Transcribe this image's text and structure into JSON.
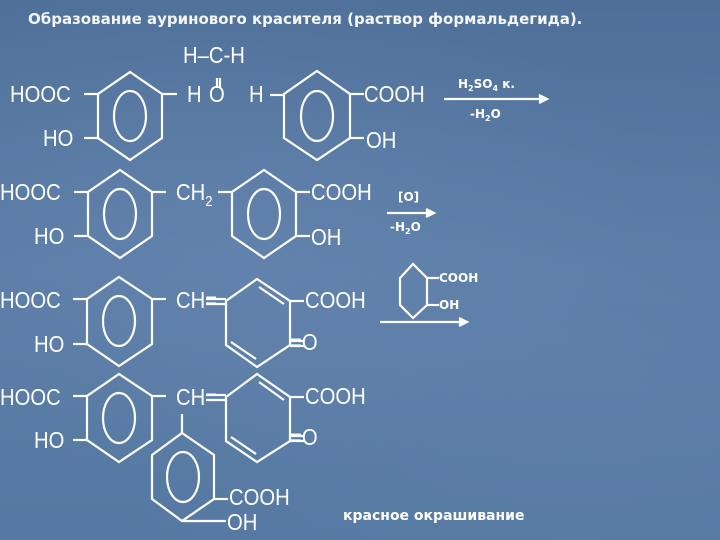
{
  "title": "Образование  ауринового красителя (раствор формальдегида).",
  "colors": {
    "background": "#5577a0",
    "foreground": "#ffffff"
  },
  "row1": {
    "left_substituents": [
      "HOOC",
      "HO"
    ],
    "formaldehyde_top": "H–C-H",
    "formaldehyde_bottom_h1": "H",
    "formaldehyde_bottom_o": "O",
    "formaldehyde_bottom_h2": "H",
    "right_substituents": [
      "COOH",
      "OH"
    ],
    "arrow_above_prefix": "H",
    "arrow_above_sub1": "2",
    "arrow_above_mid": "SO",
    "arrow_above_sub2": "4",
    "arrow_above_suffix": " к.",
    "arrow_below_prefix": "-H",
    "arrow_below_sub": "2",
    "arrow_below_suffix": "O"
  },
  "row2": {
    "left_substituents": [
      "HOOC",
      "HO"
    ],
    "bridge": "CH",
    "bridge_sub": "2",
    "right_substituents": [
      "COOH",
      "OH"
    ],
    "arrow_above": "[O]",
    "arrow_below_prefix": "-H",
    "arrow_below_sub": "2",
    "arrow_below_suffix": "O"
  },
  "row3": {
    "left_substituents": [
      "HOOC",
      "HO"
    ],
    "bridge": "CH=",
    "right_substituents": [
      "COOH",
      "=O"
    ],
    "fragment_substituents": [
      "COOH",
      "OH"
    ]
  },
  "row4": {
    "left_substituents": [
      "HOOC",
      "HO"
    ],
    "bridge": "CH=",
    "right_substituents": [
      "COOH",
      "=O"
    ],
    "bottom_substituents": [
      "COOH",
      "OH"
    ]
  },
  "result_label": "красное окрашивание"
}
